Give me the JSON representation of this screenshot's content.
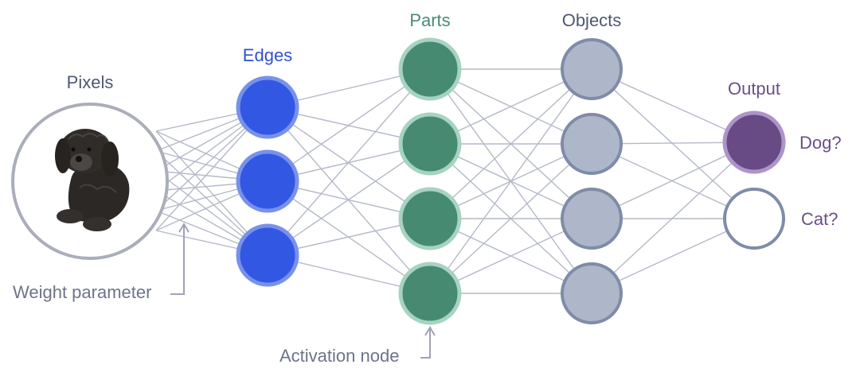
{
  "layers": {
    "pixels": {
      "label": "Pixels"
    },
    "edges": {
      "label": "Edges",
      "nodes": 3
    },
    "parts": {
      "label": "Parts",
      "nodes": 4
    },
    "objects": {
      "label": "Objects",
      "nodes": 4
    },
    "output": {
      "label": "Output",
      "classes": [
        "Dog?",
        "Cat?"
      ]
    }
  },
  "annotations": {
    "weight": "Weight parameter",
    "activation": "Activation node"
  },
  "colors": {
    "edges_fill": "#3257e3",
    "edges_stroke": "#7891ea",
    "parts_fill": "#478a72",
    "parts_stroke": "#a7d3c2",
    "objects_fill": "#aeb7ca",
    "objects_stroke": "#7f8ca8",
    "output_dog_fill": "#684a84",
    "output_dog_stroke": "#ad94c9",
    "output_cat_stroke": "#7f8ca8",
    "pixels_stroke": "#aaaeba",
    "dark_label": "#4d5871",
    "edges_label": "#3050d0",
    "parts_label": "#4b8a71",
    "output_label": "#6c4e8a",
    "grey_label": "#6d7489"
  },
  "icons": {
    "input_image": "dog-photo"
  }
}
